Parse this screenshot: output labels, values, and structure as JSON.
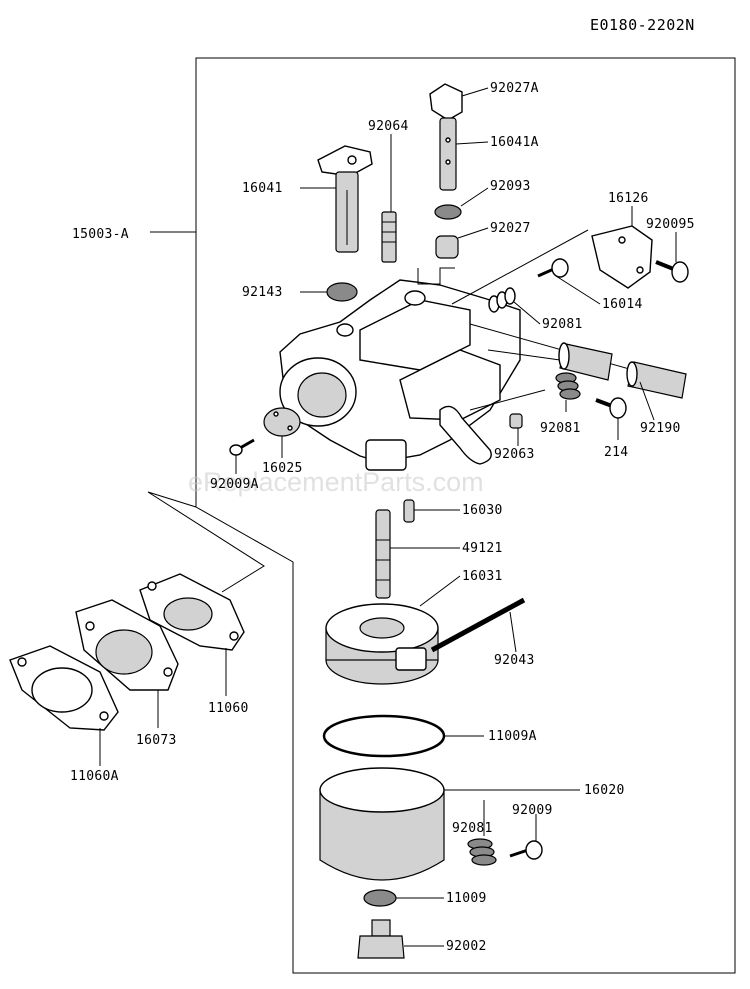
{
  "diagram_code": "E0180-2202N",
  "watermark": "eReplacementParts.com",
  "assembly_label": "15003-A",
  "parts": {
    "p92027A": "92027A",
    "p16041A": "16041A",
    "p92064": "92064",
    "p16041": "16041",
    "p92093": "92093",
    "p92027": "92027",
    "p16126": "16126",
    "p920095": "920095",
    "p92143": "92143",
    "p16014": "16014",
    "p92081_top": "92081",
    "p92081_mid": "92081",
    "p92190": "92190",
    "p214": "214",
    "p92063": "92063",
    "p16025": "16025",
    "p92009A": "92009A",
    "p16030": "16030",
    "p49121": "49121",
    "p16031": "16031",
    "p92043": "92043",
    "p11060": "11060",
    "p16073": "16073",
    "p11060A": "11060A",
    "p11009A": "11009A",
    "p16020": "16020",
    "p92081_low": "92081",
    "p92009": "92009",
    "p11009": "11009",
    "p92002": "92002"
  }
}
